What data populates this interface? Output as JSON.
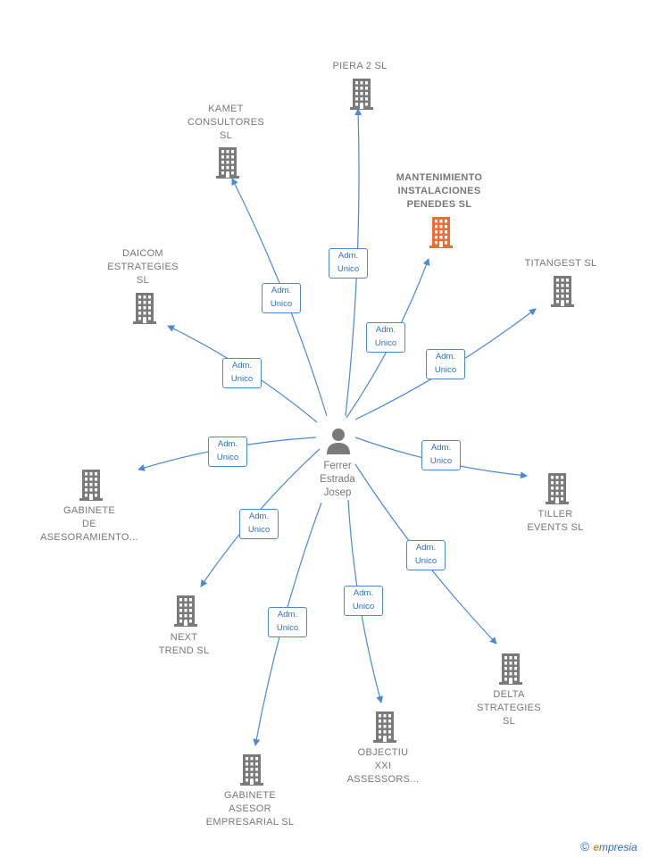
{
  "center": {
    "name": "Ferrer\nEstrada\nJosep"
  },
  "relation_label": "Adm.\nUnico",
  "colors": {
    "line": "#4a89d8",
    "building": "#7a7a7a",
    "highlight": "#f26a36"
  },
  "companies": [
    {
      "id": "piera",
      "name": "PIERA 2  SL",
      "highlight": false
    },
    {
      "id": "kamet",
      "name": "KAMET\nCONSULTORES\nSL",
      "highlight": false
    },
    {
      "id": "mantenimiento",
      "name": "MANTENIMIENTO\nINSTALACIONES\nPENEDES  SL",
      "highlight": true
    },
    {
      "id": "daicom",
      "name": "DAICOM\nESTRATEGIES\nSL",
      "highlight": false
    },
    {
      "id": "titangest",
      "name": "TITANGEST  SL",
      "highlight": false
    },
    {
      "id": "gabinete-de",
      "name": "GABINETE\nDE\nASESORAMIENTO...",
      "highlight": false
    },
    {
      "id": "tiller",
      "name": "TILLER\nEVENTS  SL",
      "highlight": false
    },
    {
      "id": "next",
      "name": "NEXT\nTREND SL",
      "highlight": false
    },
    {
      "id": "delta",
      "name": "DELTA\nSTRATEGIES\nSL",
      "highlight": false
    },
    {
      "id": "objectiu",
      "name": "OBJECTIU\nXXI\nASSESSORS...",
      "highlight": false
    },
    {
      "id": "gabinete-asesor",
      "name": "GABINETE\nASESOR\nEMPRESARIAL SL",
      "highlight": false
    }
  ],
  "footer": {
    "copyright": "©",
    "brand_first": "e",
    "brand_rest": "mpresia"
  }
}
